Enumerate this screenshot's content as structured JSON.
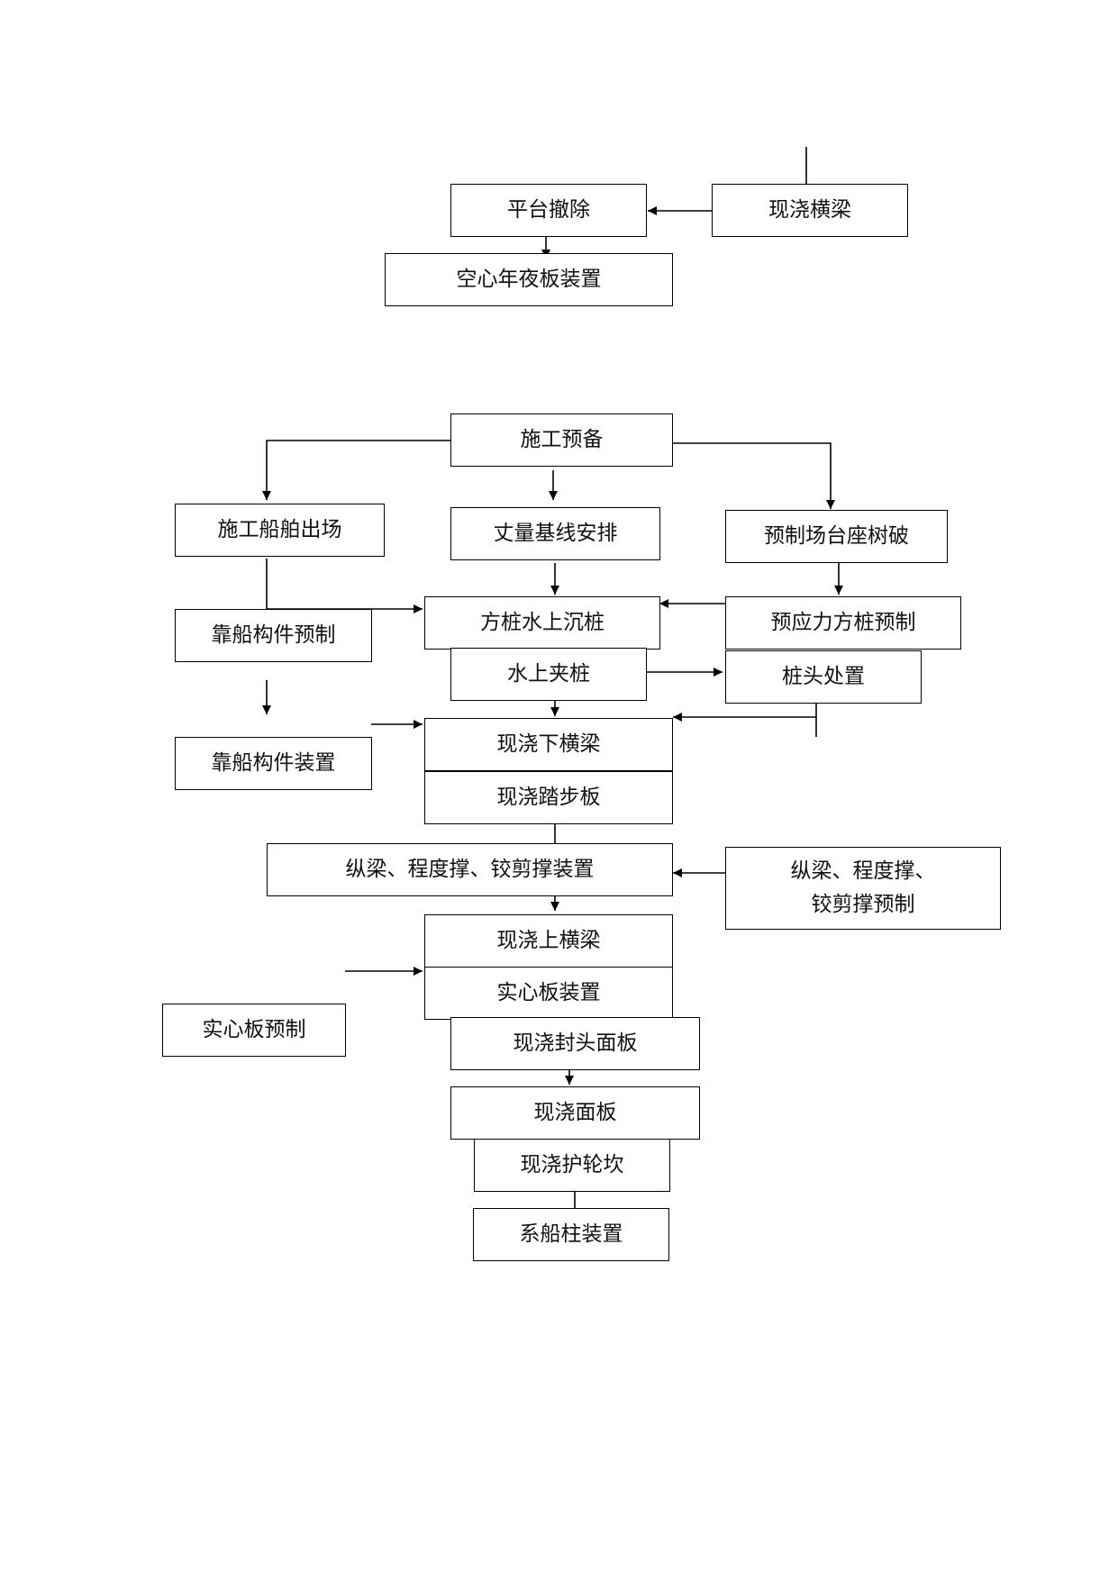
{
  "upper_flow": {
    "cast_cross_beam": "现浇横梁",
    "platform_removal": "平台撤除",
    "hollow_slab_install": "空心年夜板装置"
  },
  "main_flow": {
    "construction_prep": "施工预备",
    "vessel_mobilization": "施工船舶出场",
    "survey_baseline": "丈量基线安排",
    "prefab_yard": "预制场台座树破",
    "berthing_prefab": "靠船构件预制",
    "square_pile_driving": "方桩水上沉桩",
    "prestressed_pile_prefab": "预应力方桩预制",
    "pile_clamping": "水上夹桩",
    "pile_head_treatment": "桩头处置",
    "berthing_install": "靠船构件装置",
    "cast_lower_beam": "现浇下横梁",
    "cast_step_slab": "现浇踏步板",
    "stringer_bracing_install": "纵梁、程度撑、铰剪撑装置",
    "stringer_bracing_prefab_line1": "纵梁、程度撑、",
    "stringer_bracing_prefab_line2": "铰剪撑预制",
    "cast_upper_beam": "现浇上横梁",
    "solid_slab_install": "实心板装置",
    "solid_slab_prefab": "实心板预制",
    "cast_end_panel": "现浇封头面板",
    "cast_deck": "现浇面板",
    "cast_wheel_guard": "现浇护轮坎",
    "bollard_install": "系船柱装置"
  },
  "colors": {
    "line": "#000000",
    "text": "#111111",
    "background": "#ffffff"
  }
}
